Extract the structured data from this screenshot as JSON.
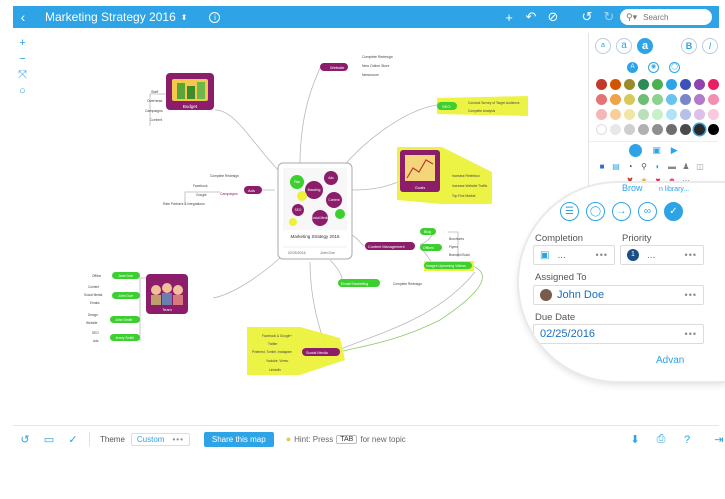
{
  "topbar": {
    "title": "Marketing Strategy 2016",
    "back_icon": "chevron-left-icon",
    "title_caret": "⬍",
    "info_icon": "i",
    "tools": [
      "+",
      "↶",
      "⊘",
      "↺",
      "↻"
    ],
    "search_placeholder": "Search"
  },
  "left_tools": [
    "+",
    "−",
    "⤧",
    "○"
  ],
  "mindmap": {
    "central": {
      "title": "Marketing Strategy 2016",
      "date": "02/25/2016",
      "owner": "John Doe"
    },
    "branches": {
      "website": {
        "label": "Website",
        "items": [
          "Complete Redesign",
          "New Online Store",
          "Newsroom"
        ]
      },
      "seo": {
        "label": "SEO",
        "items": [
          "Conduct Survey of Target Audience",
          "Complete Analysis"
        ]
      },
      "goals": {
        "label": "Goals",
        "items": [
          "Increase Retention",
          "Increase Website Traffic",
          "Top Five Market"
        ]
      },
      "budget": {
        "label": "Budget",
        "items": [
          "Staff",
          "Overhead",
          "Campaigns",
          "Content"
        ]
      },
      "ads": {
        "label": "Ads",
        "items": [
          "Complete Redesign"
        ],
        "campaigns": {
          "label": "Campaigns",
          "items": [
            "Facebook",
            "Google",
            "Rate Partners & Integrations"
          ]
        }
      },
      "content": {
        "label": "Content Management",
        "items": [
          "Blog",
          "Offices",
          "Images Upcoming Videos"
        ],
        "offices": [
          "Brochures",
          "Flyers",
          "Branded Book"
        ]
      },
      "email": {
        "label": "Email Marketing",
        "items": [
          "Complete Redesign"
        ]
      },
      "team": {
        "label": "Team",
        "members": [
          "Jane Doe",
          "John Doe",
          "John Smith",
          "Jenny Smith"
        ],
        "roles": [
          [
            "Offline"
          ],
          [
            "Content",
            "Social Media",
            "Emails"
          ],
          [
            "Design",
            "Website"
          ],
          [
            "SEO",
            "Ads"
          ]
        ]
      },
      "social": {
        "label": "Social Media",
        "items": [
          "Facebook & Google+",
          "Twitter",
          "Pinterest, Tumblr, Instagram",
          "Youtube, Vimeo",
          "LinkedIn"
        ]
      }
    },
    "bubbles": [
      "Plan",
      "Branding",
      "Ads",
      "Content",
      "SEO",
      "Social Media"
    ]
  },
  "format_panel": {
    "text_buttons": [
      "a",
      "a",
      "a",
      "B",
      "I"
    ],
    "palette": [
      "#c0392b",
      "#d35400",
      "#9b8a2d",
      "#2e8b57",
      "#4caf50",
      "#2ea3e6",
      "#3f51b5",
      "#8e44ad",
      "#e91e63",
      "#e57373",
      "#f0a24a",
      "#d8c95b",
      "#6fbf73",
      "#8bd48e",
      "#69c3f0",
      "#7986cb",
      "#b27bc9",
      "#f48fb1",
      "#f3b7b7",
      "#f8cf9c",
      "#f0e6a6",
      "#b8e0b9",
      "#c7efc8",
      "#b3e2f8",
      "#b8c0e8",
      "#dcc0ea",
      "#f9c9dc",
      "#ffffff",
      "#e8e8e8",
      "#cfcfcf",
      "#b0b0b0",
      "#8f8f8f",
      "#6e6e6e",
      "#4a4a4a",
      "#2a2a2a",
      "#000000"
    ],
    "selected_index": 34
  },
  "magnifier": {
    "completion_label": "Completion",
    "completion_value": "...",
    "priority_label": "Priority",
    "priority_value": "1",
    "priority_dots": "...",
    "assigned_label": "Assigned To",
    "assigned_value": "John Doe",
    "due_label": "Due Date",
    "due_value": "02/25/2016",
    "advanced": "Advan",
    "browse": "Brow",
    "lib": "n library..."
  },
  "bottombar": {
    "theme_label": "Theme",
    "theme_value": "Custom",
    "share_label": "Share this map",
    "hint_prefix": "Hint: Press",
    "hint_key": "TAB",
    "hint_suffix": "for new topic"
  }
}
